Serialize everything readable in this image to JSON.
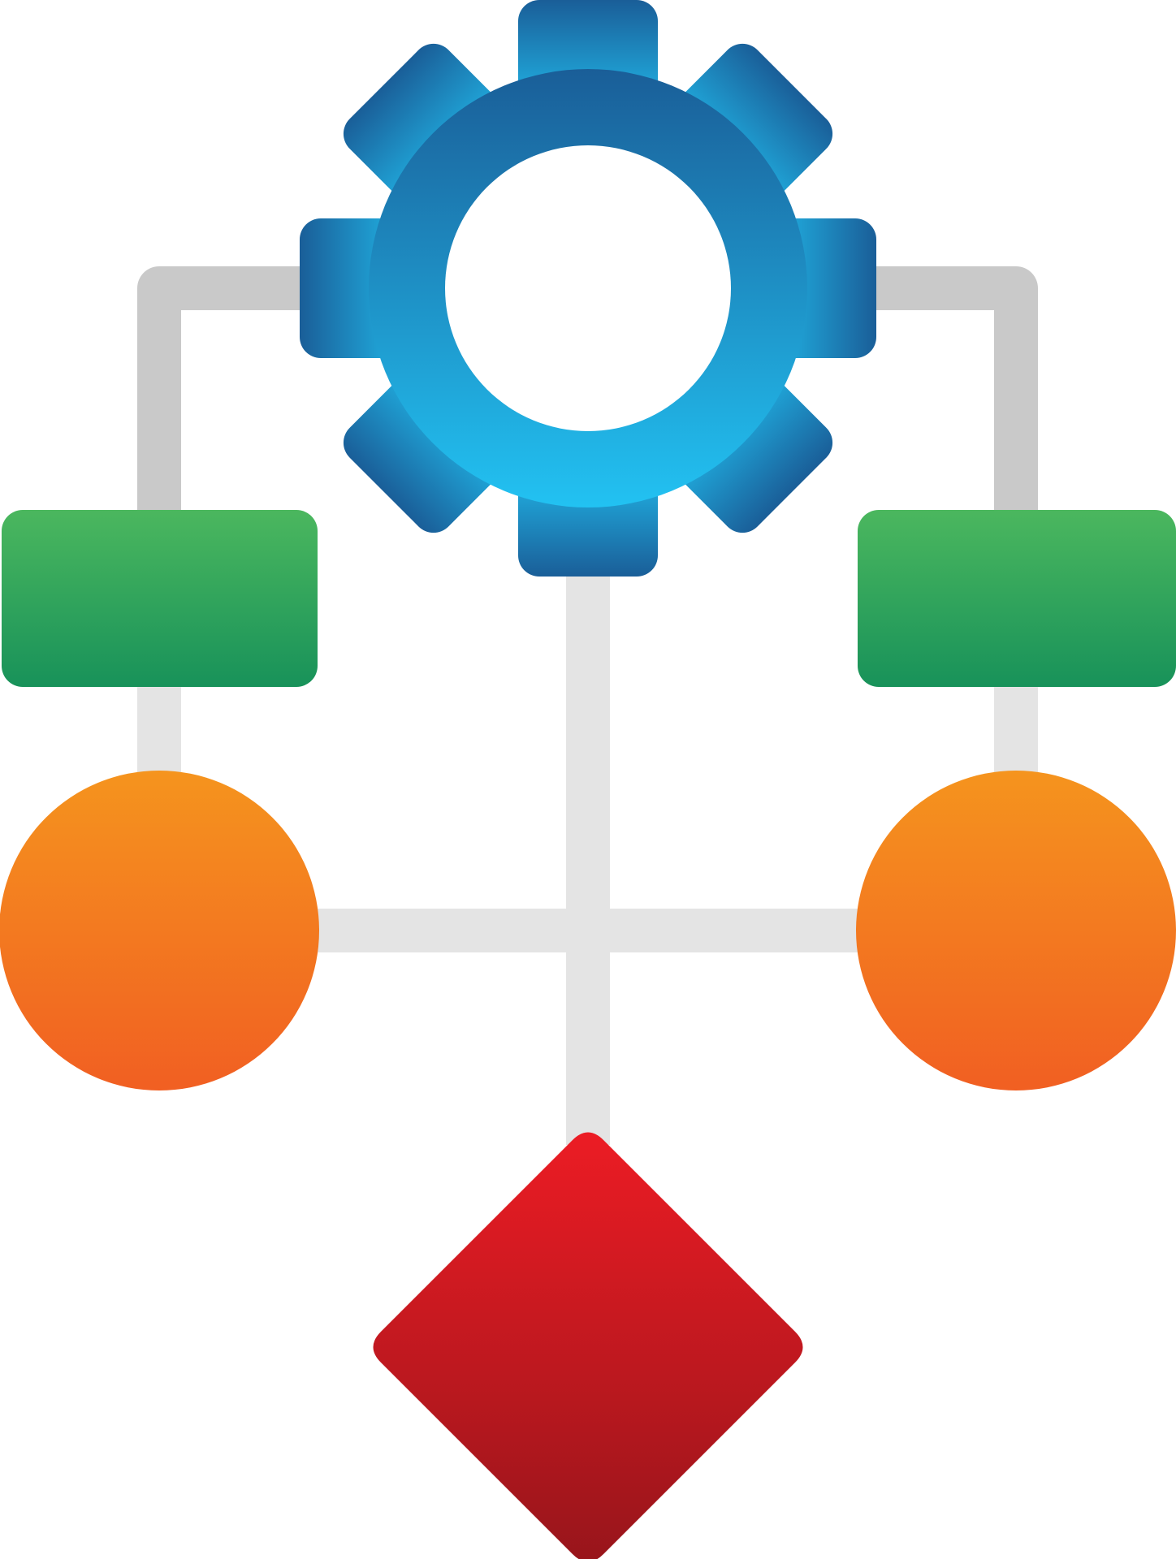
{
  "diagram": {
    "icon": "workflow-flowchart-icon",
    "nodes": [
      {
        "id": "gear",
        "shape": "gear",
        "icon": "gear-icon",
        "gradient": [
          "#1a5e98",
          "#22c2f2"
        ]
      },
      {
        "id": "process-left",
        "shape": "rounded-rectangle",
        "gradient": [
          "#4bb75e",
          "#18925a"
        ]
      },
      {
        "id": "process-right",
        "shape": "rounded-rectangle",
        "gradient": [
          "#4bb75e",
          "#18925a"
        ]
      },
      {
        "id": "terminal-left",
        "shape": "circle",
        "gradient": [
          "#f5941e",
          "#f15f22"
        ]
      },
      {
        "id": "terminal-right",
        "shape": "circle",
        "gradient": [
          "#f5941e",
          "#f15f22"
        ]
      },
      {
        "id": "decision",
        "shape": "diamond",
        "gradient": [
          "#ec1c24",
          "#98151b"
        ]
      }
    ],
    "connectors": {
      "upper_color": "#c9c9c9",
      "lower_color": "#e4e4e4"
    }
  }
}
